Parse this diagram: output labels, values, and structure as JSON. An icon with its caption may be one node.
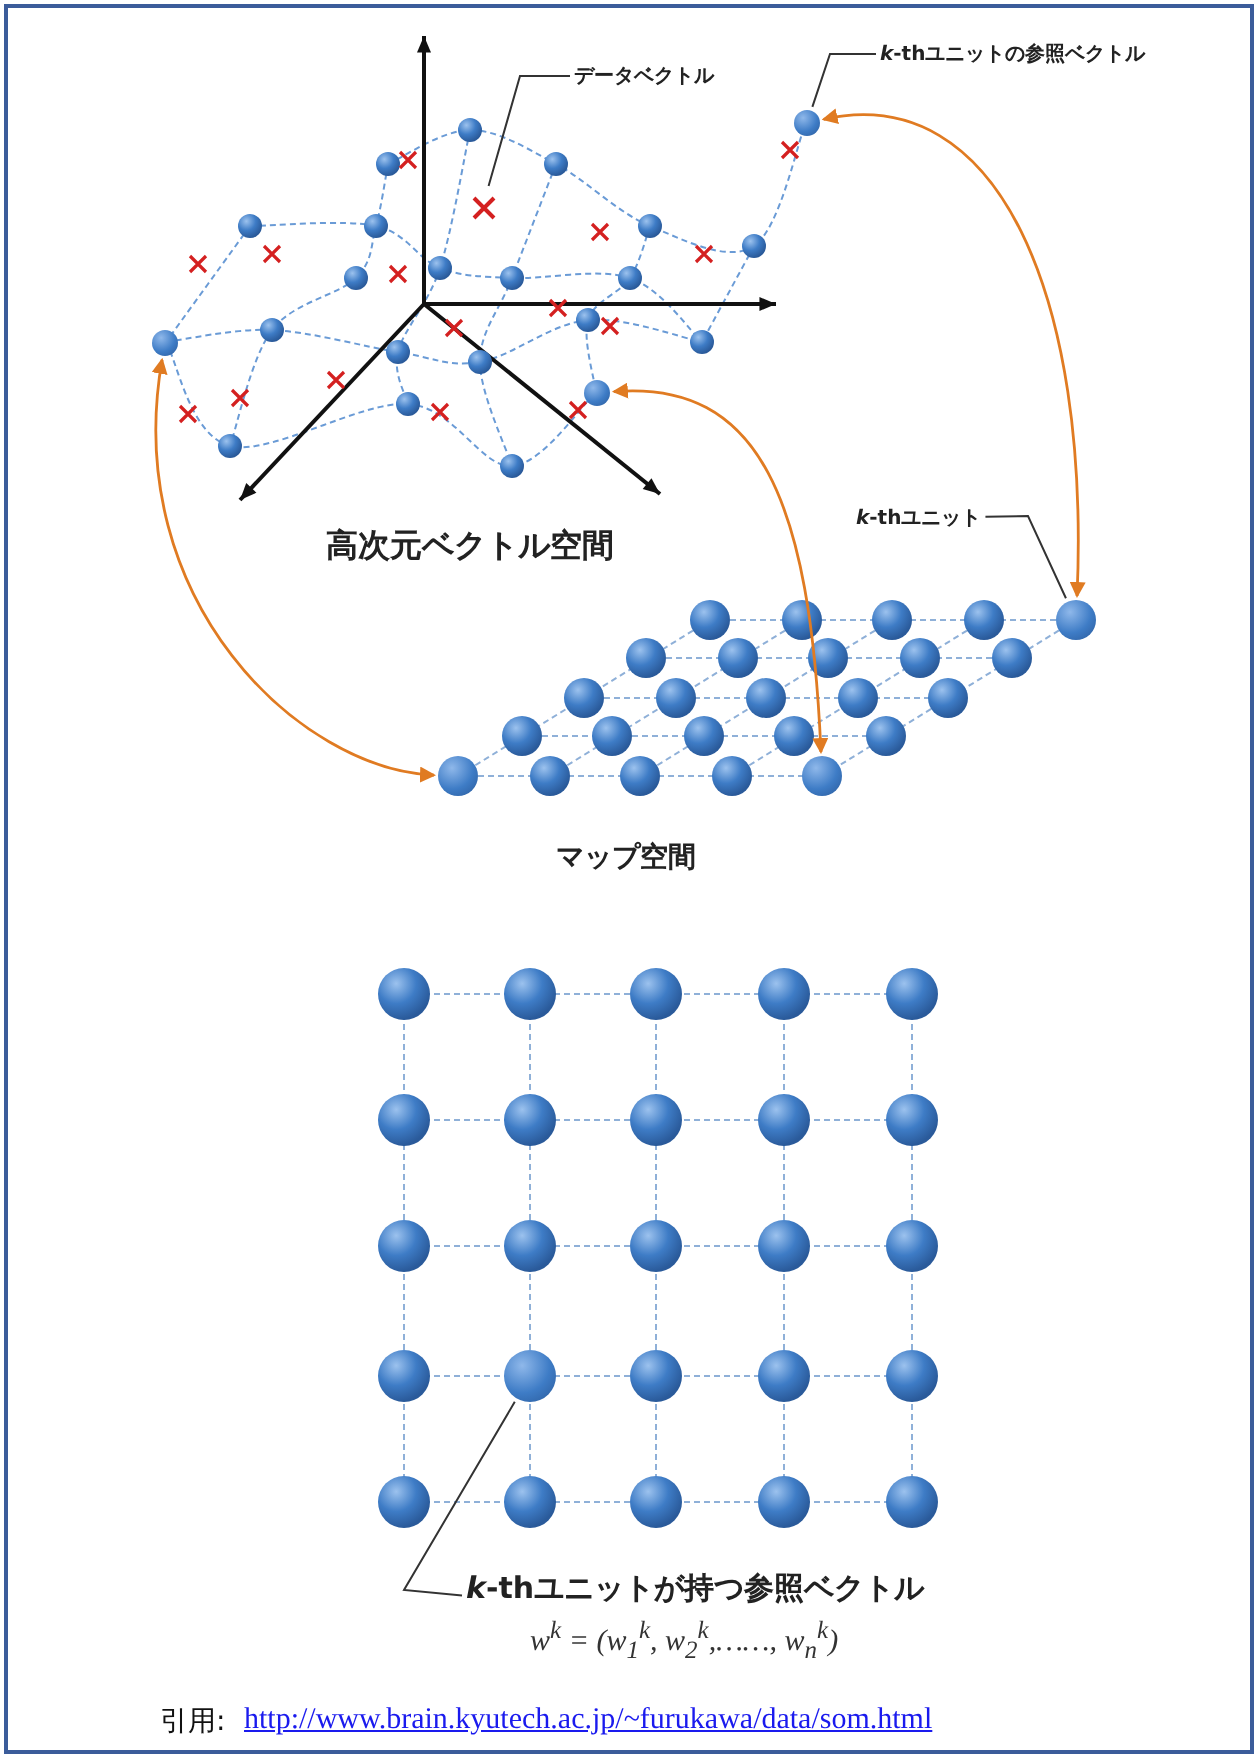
{
  "diagram": {
    "nodes": [
      {
        "text": [
          "データベクトル"
        ]
      },
      {
        "text": [],
        "shape": "cross"
      },
      {
        "text": [
          "*k*-thユニットの参照ベクトル"
        ]
      },
      {
        "text": [],
        "shape": "circle"
      },
      {
        "text": [
          "*k*-thユニット"
        ]
      },
      {
        "text": [],
        "shape": "circle"
      },
      {
        "text": [],
        "shape": "circle"
      },
      {
        "text": [],
        "shape": "circle"
      },
      {
        "text": [],
        "shape": "circle"
      },
      {
        "text": [],
        "shape": "circle"
      },
      {
        "text": [
          "*k*-thユニットが持つ参照ベクトル",
          "w$^{k}$ = (w$_{1}$$^{k}$, w$_{2}$$^{k}$,……, w$_{n}$$^{k}$)"
        ]
      },
      {
        "text": [],
        "shape": "circle"
      }
    ],
    "edges": [
      {
        "from": 0,
        "to": 1,
        "arrow": "none"
      },
      {
        "from": 2,
        "to": 3,
        "arrow": "none"
      },
      {
        "from": 4,
        "to": 5,
        "arrow": "none"
      },
      {
        "from": 3,
        "to": 5,
        "arrow": "both",
        "color": "#e07b22"
      },
      {
        "from": 6,
        "to": 7,
        "arrow": "both",
        "color": "#e07b22"
      },
      {
        "from": 8,
        "to": 9,
        "arrow": "both",
        "color": "#e07b22"
      },
      {
        "from": 10,
        "to": 11,
        "arrow": "none"
      }
    ],
    "labels": [
      "高次元ベクトル空間",
      "マップ空間",
      "引用:",
      "http://www.brain.kyutech.ac.jp/~furukawa/data/som.html"
    ]
  }
}
